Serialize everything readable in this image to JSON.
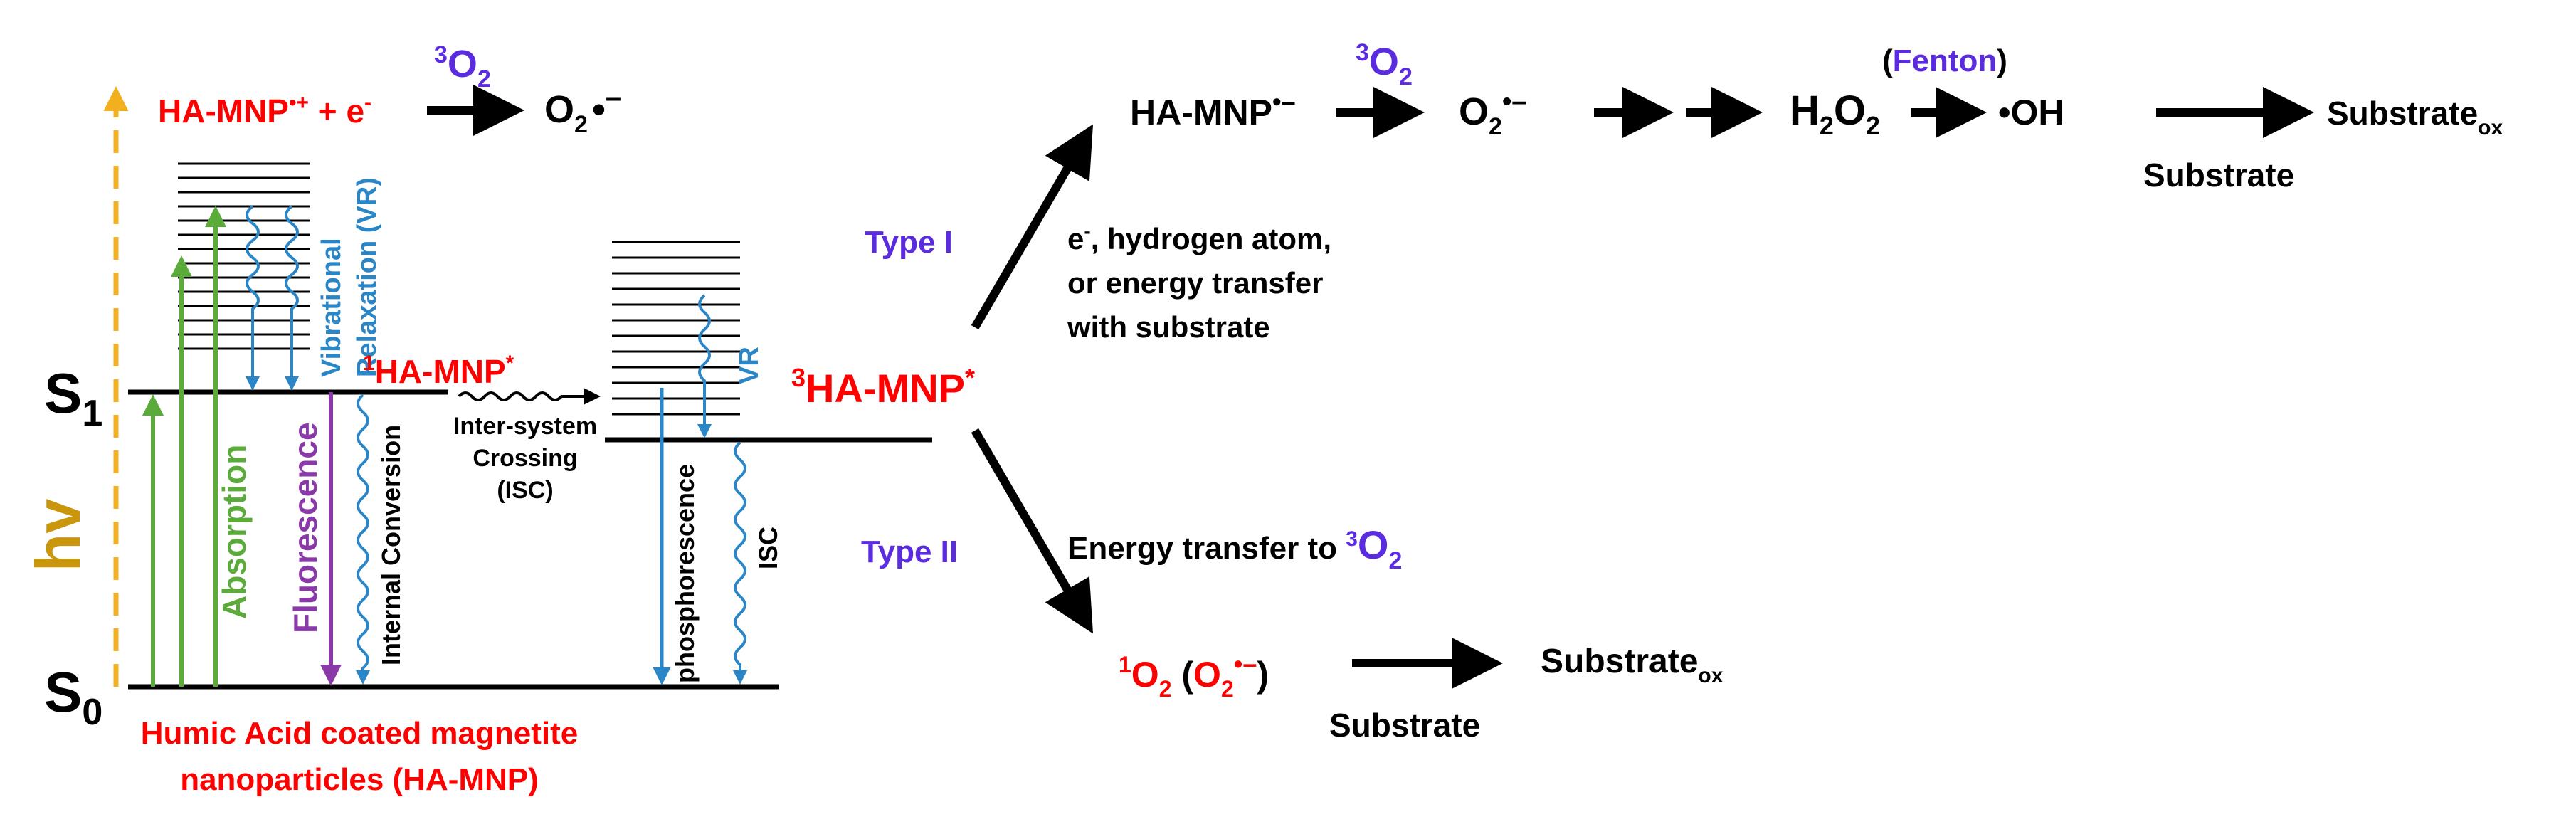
{
  "colors": {
    "black": "#000000",
    "red": "#ff0000",
    "blue_violet": "#5b2be0",
    "green": "#5aab3a",
    "teal_blue": "#2a86c6",
    "purple": "#8a3aa8",
    "gold": "#f2b01e",
    "dark_gold": "#c9960c"
  },
  "jablonski": {
    "s1_label": "S",
    "s1_sub": "1",
    "s0_label": "S",
    "s0_sub": "0",
    "hv_label": "hv",
    "ionization": {
      "left_text": "HA-MNP",
      "left_sup": "•+",
      "plus_e": " + e",
      "e_sup": "-",
      "o2_top": "O",
      "o2_top_sub": "2",
      "o2_top_sup_prefix": "3",
      "product": "O",
      "product_sub": "2",
      "product_radical": "•",
      "product_charge": "–"
    },
    "singlet_label_sup": "1",
    "singlet_label": "HA-MNP",
    "singlet_label_star": "*",
    "triplet_label_sup": "3",
    "triplet_label": "HA-MNP",
    "triplet_label_star": "*",
    "absorption": "Absorption",
    "fluorescence": "Fluorescence",
    "vibrational_relaxation_1": "Vibrational",
    "vibrational_relaxation_2": "Relaxation (VR)",
    "internal_conversion": "Internal Conversion",
    "isc_line1": "Inter-system",
    "isc_line2": "Crossing",
    "isc_line3": "(ISC)",
    "vr_short": "VR",
    "phosphorescence": "phosphorescence",
    "isc_short": "ISC",
    "caption_line1": "Humic Acid coated magnetite",
    "caption_line2": "nanoparticles (HA-MNP)"
  },
  "type1": {
    "label": "Type I",
    "mechanism_line1_e": "e",
    "mechanism_line1_sup": "-",
    "mechanism_line1_rest": ", hydrogen atom,",
    "mechanism_line2": "or energy transfer",
    "mechanism_line3": "with substrate",
    "radical": "HA-MNP",
    "radical_sup": "•–",
    "o2_reagent_sup": "3",
    "o2_reagent": "O",
    "o2_reagent_sub": "2",
    "superoxide": "O",
    "superoxide_sub": "2",
    "superoxide_sup": "•–",
    "h2o2_h": "H",
    "h2o2_sub1": "2",
    "h2o2_o": "O",
    "h2o2_sub2": "2",
    "fenton_open": "(",
    "fenton": "Fenton",
    "fenton_close": ")",
    "hydroxyl": "•OH",
    "substrate": "Substrate",
    "product": "Substrate",
    "product_sub": "ox"
  },
  "type2": {
    "label": "Type II",
    "mechanism_text": "Energy transfer to ",
    "mechanism_sup": "3",
    "mechanism_o": "O",
    "mechanism_sub": "2",
    "singlet_sup": "1",
    "singlet_o": "O",
    "singlet_sub": "2",
    "paren_open": " (",
    "alt_o": "O",
    "alt_sub": "2",
    "alt_sup": "•–",
    "paren_close": ")",
    "substrate": "Substrate",
    "product": "Substrate",
    "product_sub": "ox"
  }
}
